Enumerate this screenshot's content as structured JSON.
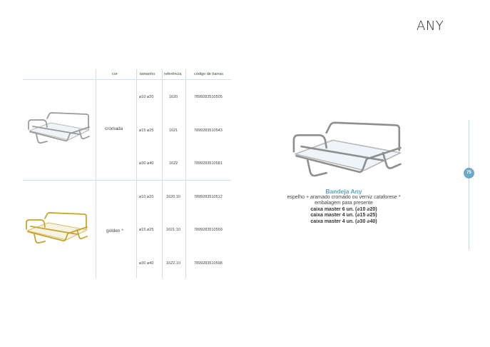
{
  "brand": "ANY",
  "page_number": "75",
  "table": {
    "headers": {
      "cor": "cor",
      "tamanho": "tamanho",
      "referencia": "referência",
      "codigo": "código de barras"
    },
    "groups": [
      {
        "color": "cromada",
        "finish_color": "#b8b8b8",
        "rows": [
          {
            "size": "⌀10 ⌀20",
            "ref": "1620",
            "barcode": "7899283510505"
          },
          {
            "size": "⌀15 ⌀25",
            "ref": "1621",
            "barcode": "7899283510543"
          },
          {
            "size": "⌀30 ⌀40",
            "ref": "1622",
            "barcode": "7899283510581"
          }
        ]
      },
      {
        "color": "golden *",
        "finish_color": "#c9a227",
        "rows": [
          {
            "size": "⌀10 ⌀20",
            "ref": "1620.10",
            "barcode": "7899283510512"
          },
          {
            "size": "⌀15 ⌀25",
            "ref": "1621.10",
            "barcode": "7899283510550"
          },
          {
            "size": "⌀30 ⌀40",
            "ref": "1622.10",
            "barcode": "7899283510598"
          }
        ]
      }
    ]
  },
  "product": {
    "title": "Bandeja Any",
    "line1": "espelho + aramado cromado ou verniz cataforese *",
    "line2": "embalagem para presente",
    "line3": "caixa master 6 un. (⌀10 ⌀20)",
    "line4": "caixa master 4 un. (⌀15 ⌀25)",
    "line5": "caixa master 4 un. (⌀30 ⌀40)"
  },
  "colors": {
    "accent": "#5aa4c7",
    "rule": "#cfe0e8"
  }
}
